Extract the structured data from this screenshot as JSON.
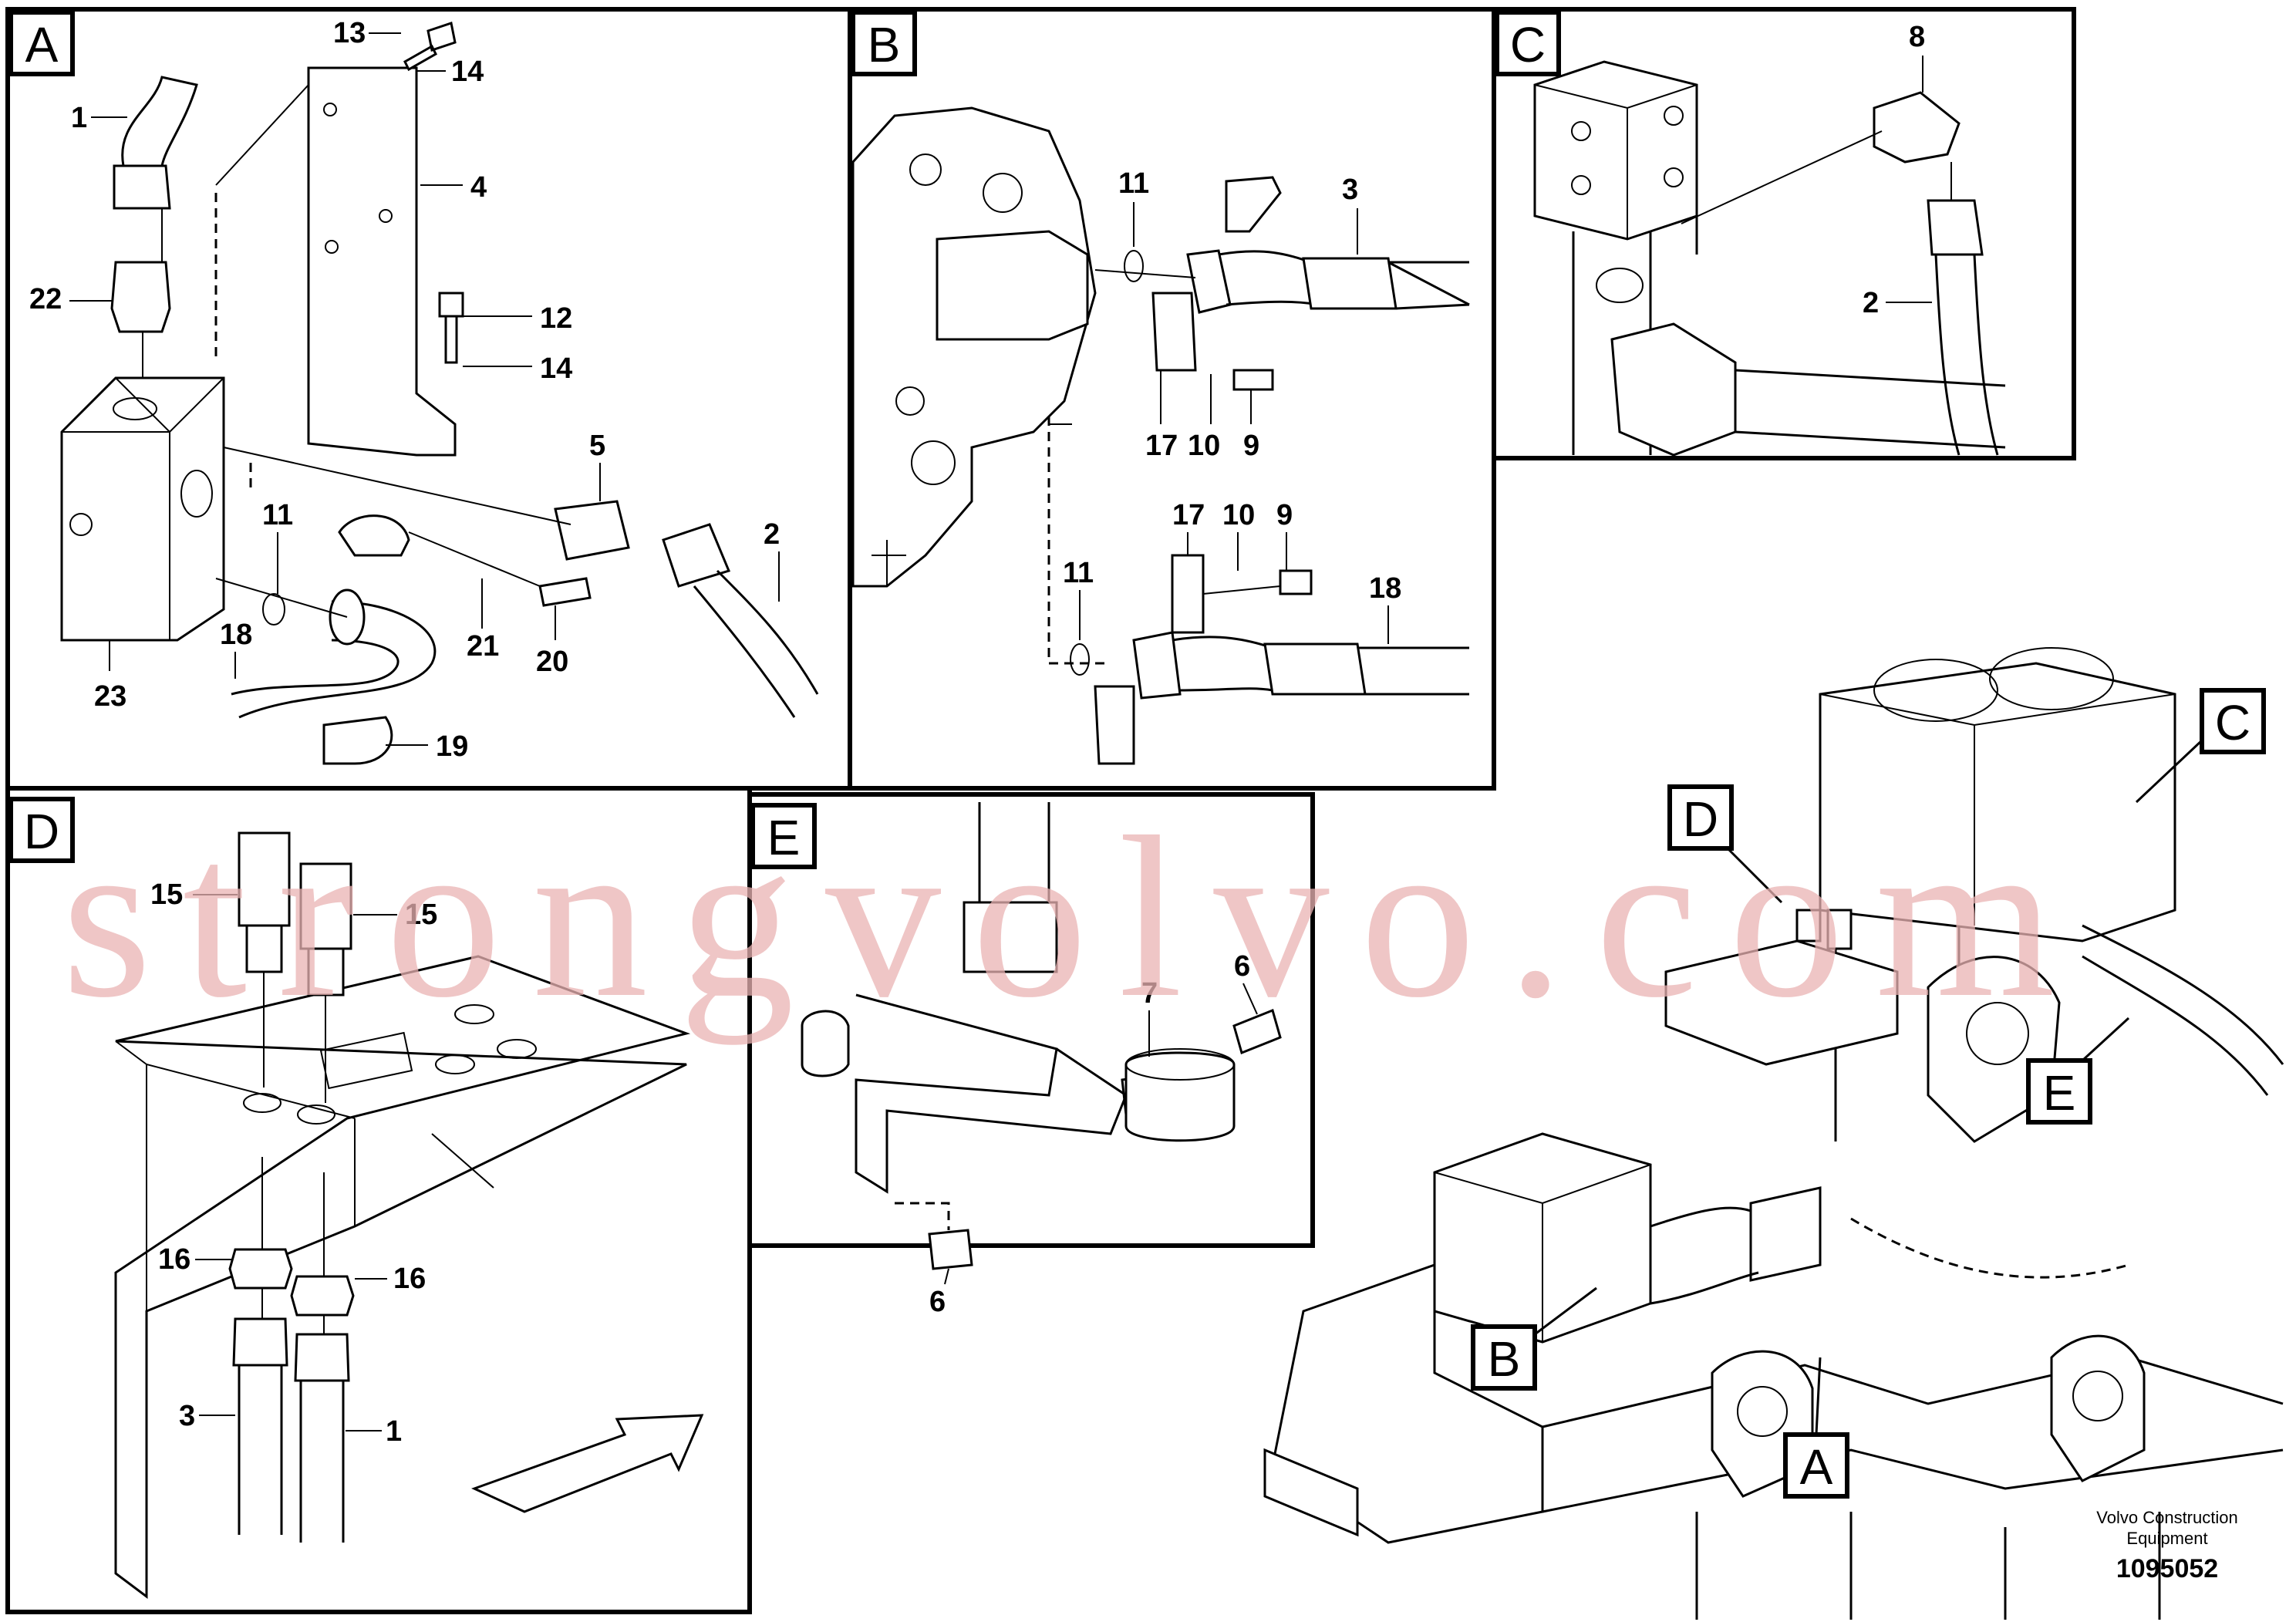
{
  "panels": {
    "A": {
      "label": "A",
      "callouts": [
        "13",
        "14",
        "4",
        "12",
        "14",
        "1",
        "22",
        "5",
        "11",
        "2",
        "21",
        "20",
        "18",
        "23",
        "19"
      ]
    },
    "B": {
      "label": "B",
      "callouts": [
        "11",
        "3",
        "17",
        "10",
        "9",
        "17",
        "10",
        "9",
        "11",
        "18"
      ]
    },
    "C": {
      "label": "C",
      "callouts": [
        "8",
        "2"
      ]
    },
    "D": {
      "label": "D",
      "callouts": [
        "15",
        "15",
        "16",
        "16",
        "3",
        "1"
      ]
    },
    "E": {
      "label": "E",
      "callouts": [
        "7",
        "6",
        "6"
      ]
    }
  },
  "overview": {
    "markers": [
      "D",
      "C",
      "E",
      "B",
      "A"
    ]
  },
  "watermark": "strongvolvo.com",
  "caption": {
    "company_line1": "Volvo Construction",
    "company_line2": "Equipment",
    "drawing_number": "1095052"
  }
}
